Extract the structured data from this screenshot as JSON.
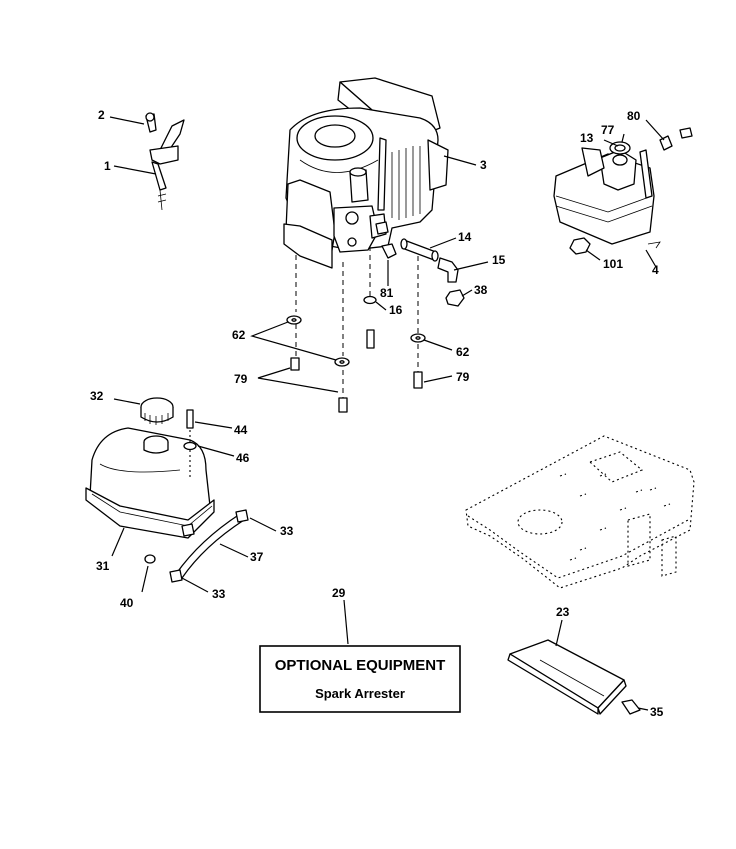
{
  "callouts": {
    "c1": "1",
    "c2": "2",
    "c3": "3",
    "c4": "4",
    "c13": "13",
    "c14": "14",
    "c15": "15",
    "c16": "16",
    "c23": "23",
    "c29": "29",
    "c31": "31",
    "c32": "32",
    "c33a": "33",
    "c33b": "33",
    "c35": "35",
    "c37": "37",
    "c38": "38",
    "c40": "40",
    "c44": "44",
    "c46": "46",
    "c62a": "62",
    "c62b": "62",
    "c77": "77",
    "c79a": "79",
    "c79b": "79",
    "c80": "80",
    "c81": "81",
    "c101": "101"
  },
  "optional_box": {
    "title": "OPTIONAL EQUIPMENT",
    "item": "Spark Arrester"
  }
}
